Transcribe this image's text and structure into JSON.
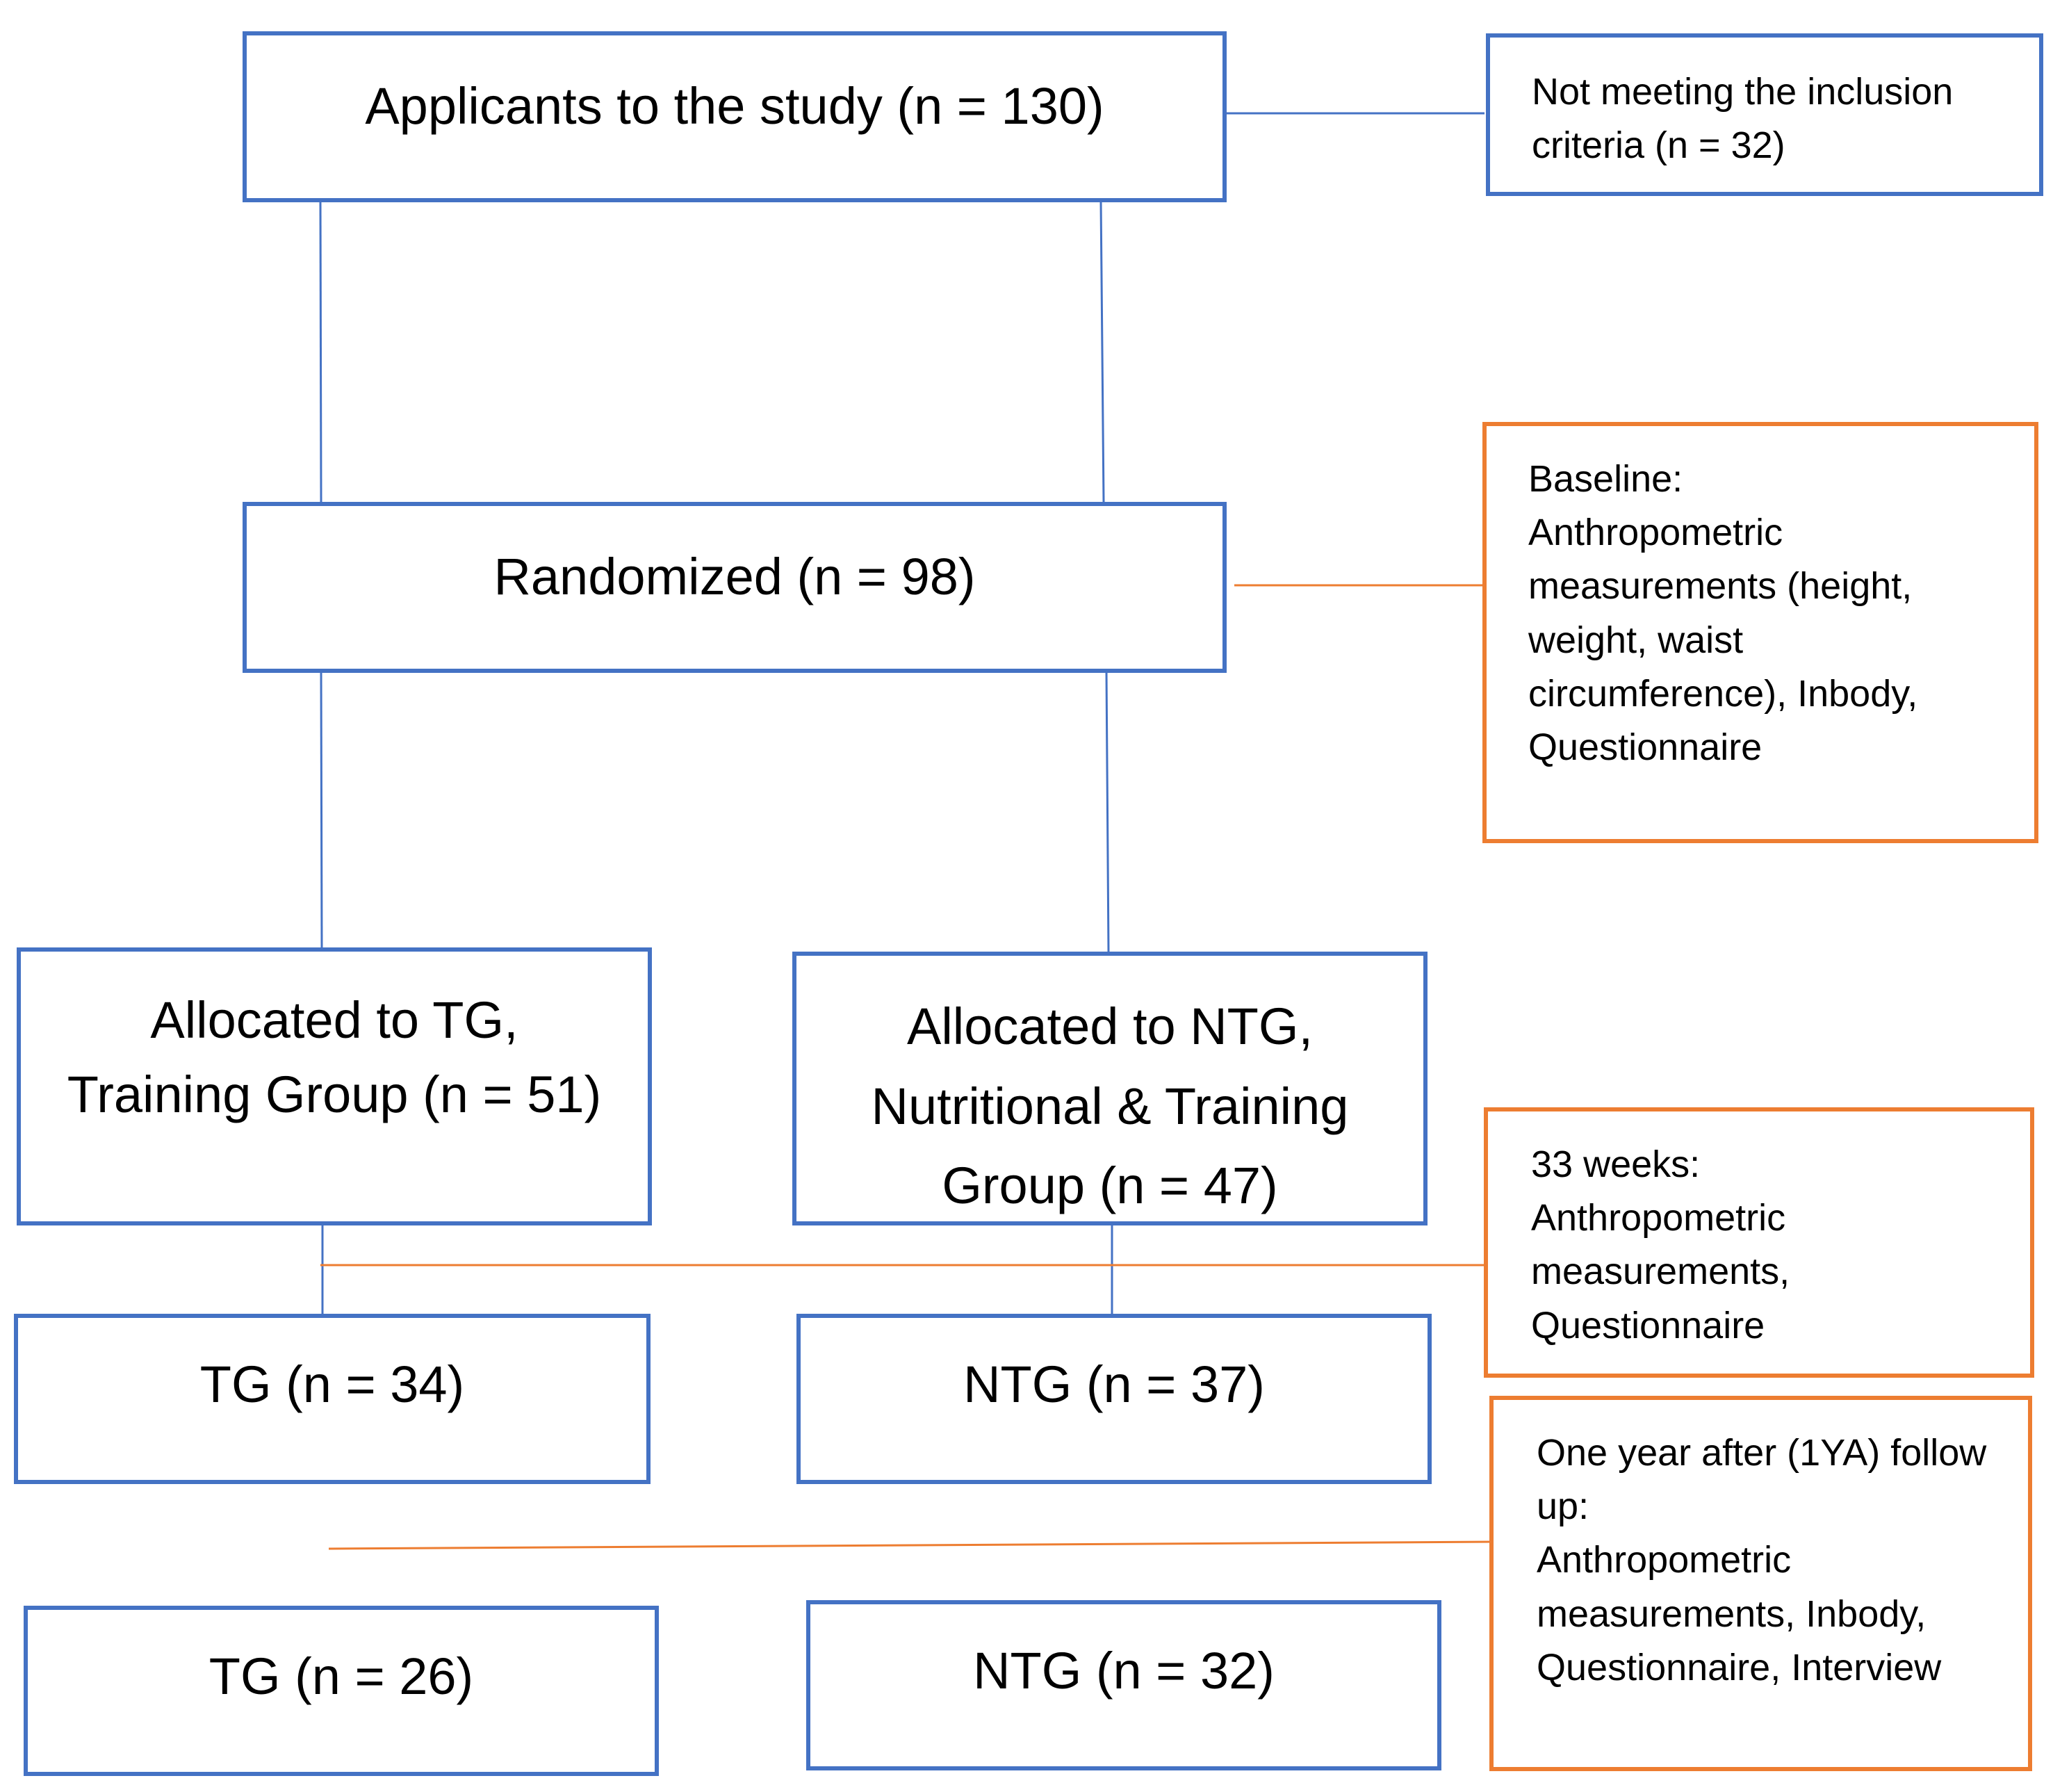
{
  "boxes": {
    "applicants": "Applicants to the study (n = 130)",
    "exclusion": "Not meeting the inclusion criteria (n = 32)",
    "randomized": "Randomized (n = 98)",
    "baseline": "Baseline:\nAnthropometric measurements (height, weight, waist circumference), Inbody, Questionnaire",
    "allocated_tg": "Allocated to TG, Training Group (n = 51)",
    "allocated_ntg": "Allocated to NTG, Nutritional & Training Group (n = 47)",
    "weeks33": "33 weeks:\nAnthropometric measurements,\nQuestionnaire",
    "tg_33": "TG (n = 34)",
    "ntg_33": "NTG (n = 37)",
    "followup": "One year after (1YA) follow up:\nAnthropometric measurements, Inbody,\nQuestionnaire, Interview",
    "tg_1ya": "TG (n = 26)",
    "ntg_1ya": "NTG (n = 32)"
  },
  "colors": {
    "flow_border": "#4472c4",
    "assessment_border": "#ed7d31"
  }
}
